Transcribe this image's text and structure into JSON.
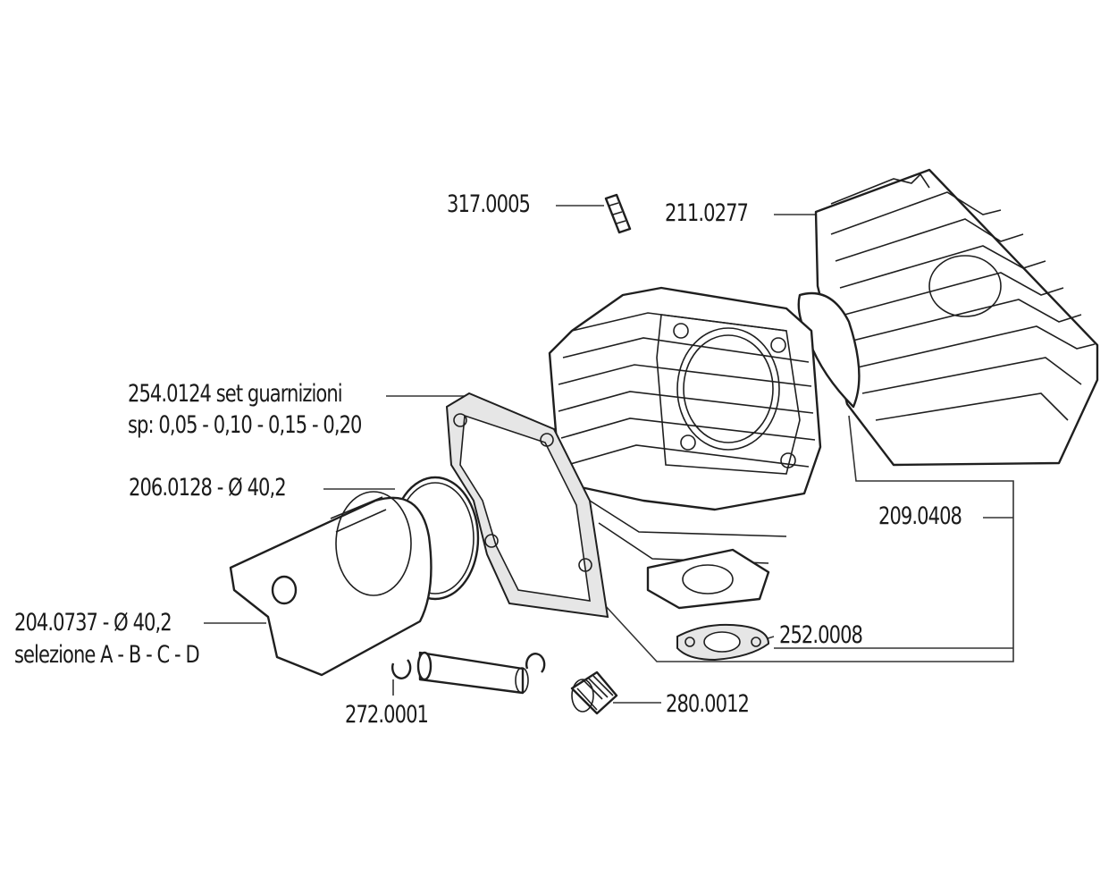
{
  "labels": {
    "stud": "317.0005",
    "head": "211.0277",
    "gasket_set_1": "254.0124 set guarnizioni",
    "gasket_set_2": "sp: 0,05 - 0,10 - 0,15 - 0,20",
    "ring": "206.0128 - Ø 40,2",
    "kit": "209.0408",
    "piston_1": "204.0737 - Ø 40,2",
    "piston_2": "selezione A - B - C - D",
    "exhaust_gasket": "252.0008",
    "circlips": "272.0001",
    "needle_bearing": "280.0012"
  },
  "colors": {
    "line": "#1f1f1f",
    "text": "#1a1a1a",
    "shade": "#e6e6e6"
  }
}
